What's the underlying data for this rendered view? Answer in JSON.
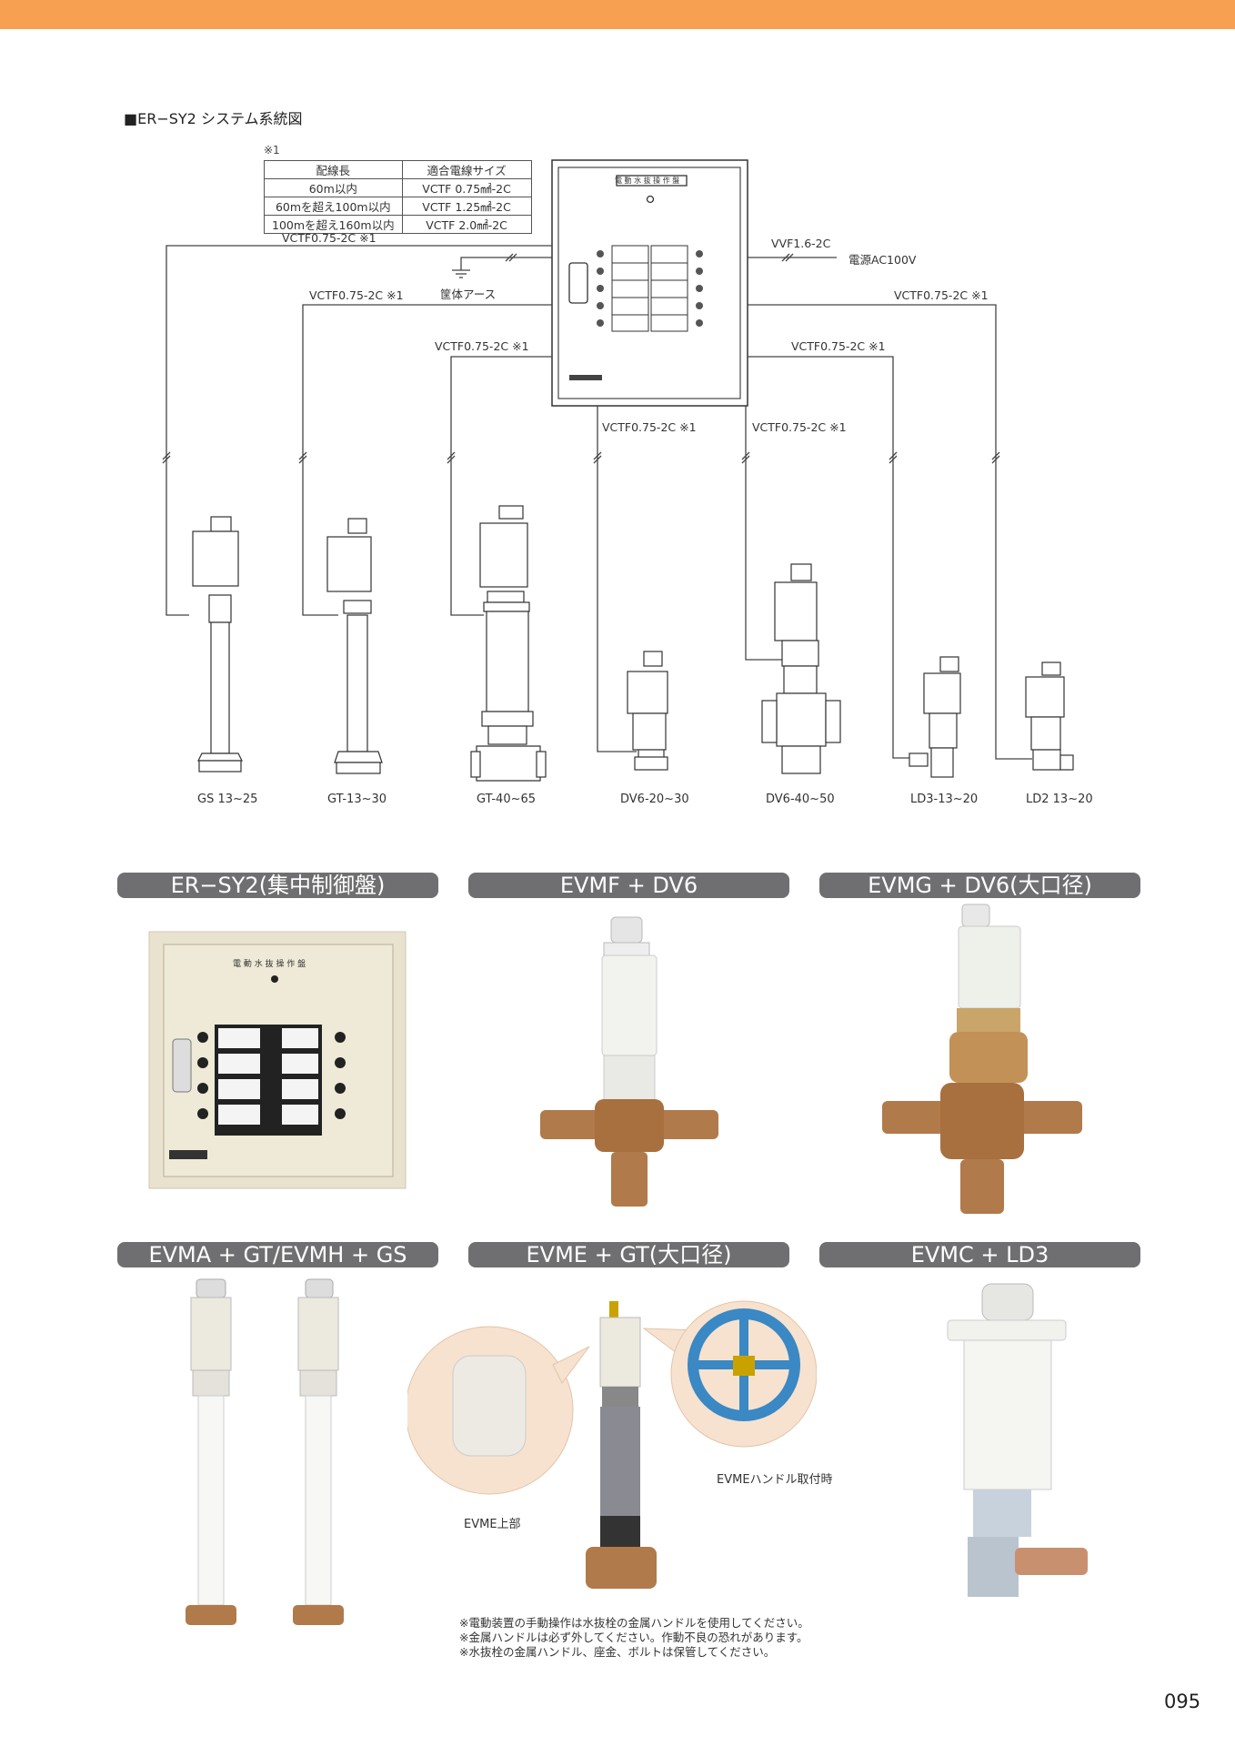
{
  "section_title": "■ER−SY2 システム系統図",
  "note_mark": "※1",
  "wire_table": {
    "headers": [
      "配線長",
      "適合電線サイズ"
    ],
    "rows": [
      [
        "60m以内",
        "VCTF 0.75㎟-2C"
      ],
      [
        "60mを超え100m以内",
        "VCTF 1.25㎟-2C"
      ],
      [
        "100mを超え160m以内",
        "VCTF 2.0㎟-2C"
      ]
    ]
  },
  "panel_title": "電 動 水 抜 操 作 盤",
  "diagram_labels": {
    "l1": "VCTF0.75-2C ※1",
    "l2": "VCTF0.75-2C ※1",
    "l3": "VCTF0.75-2C ※1",
    "l4": "VCTF0.75-2C ※1",
    "l5": "VCTF0.75-2C ※1",
    "l6": "VCTF0.75-2C ※1",
    "l7": "VCTF0.75-2C ※1",
    "power_cable": "VVF1.6-2C",
    "power": "電源AC100V",
    "earth": "筐体アース"
  },
  "valve_captions": [
    "GS 13~25",
    "GT-13~30",
    "GT-40~65",
    "DV6-20~30",
    "DV6-40~50",
    "LD3-13~20",
    "LD2 13~20"
  ],
  "products": {
    "p1": "ER−SY2(集中制御盤)",
    "p2": "EVMF + DV6",
    "p3": "EVMG + DV6(大口径)",
    "p4": "EVMA + GT/EVMH + GS",
    "p5": "EVME + GT(大口径)",
    "p6": "EVMC + LD3"
  },
  "photo_captions": {
    "evme_top": "EVME上部",
    "evme_handle": "EVMEハンドル取付時"
  },
  "notes": [
    "※電動装置の手動操作は水抜栓の金属ハンドルを使用してください。",
    "※金属ハンドルは必ず外してください。作動不良の恐れがあります。",
    "※水抜栓の金属ハンドル、座金、ボルトは保管してください。"
  ],
  "page_number": "095",
  "colors": {
    "accent_bar": "#f7a052",
    "pill": "#6f6f71",
    "brass": "#b07a4a",
    "valve_blue": "#3a88c4"
  }
}
